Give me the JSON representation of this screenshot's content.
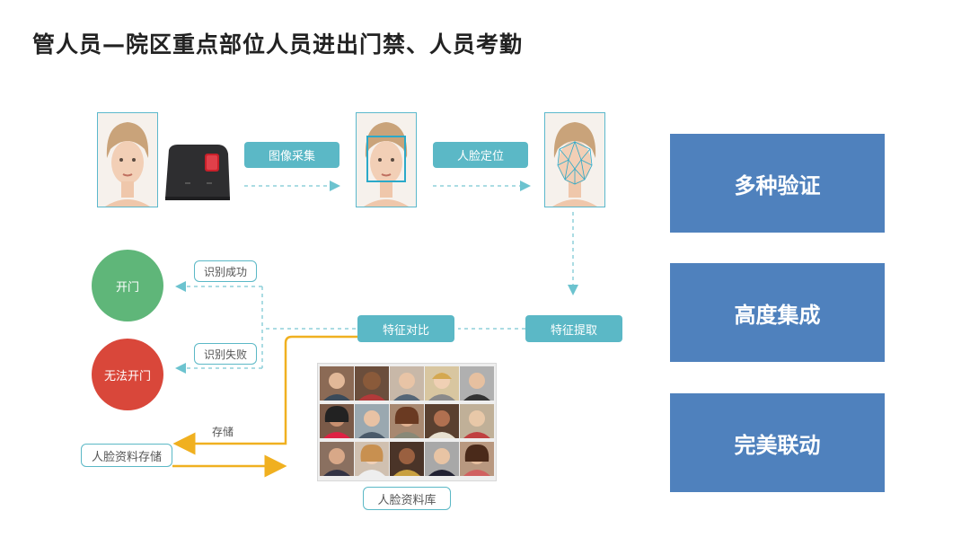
{
  "title": "管人员—院区重点部位人员进出门禁、人员考勤",
  "steps": {
    "image_capture": "图像采集",
    "face_locate": "人脸定位",
    "feature_extract": "特征提取",
    "feature_compare": "特征对比"
  },
  "results": {
    "success_tag": "识别成功",
    "fail_tag": "识别失败",
    "open_door": "开门",
    "cannot_open": "无法开门"
  },
  "storage": {
    "store_label": "存储",
    "face_data_store": "人脸资料存储",
    "face_database": "人脸资料库"
  },
  "features": [
    "多种验证",
    "高度集成",
    "完美联动"
  ],
  "colors": {
    "teal": "#5bb8c6",
    "green": "#5fb679",
    "red": "#d9473a",
    "blue_box": "#4f81bd",
    "orange_arrow": "#f0b020"
  }
}
